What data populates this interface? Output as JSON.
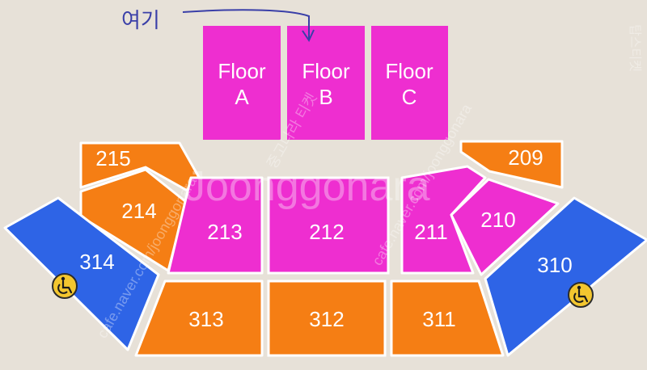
{
  "colors": {
    "background": "#e7e1d8",
    "floor": "#ee2ed0",
    "section_pink": "#ee2ed0",
    "section_orange": "#f57e14",
    "section_blue": "#2e64e6",
    "border": "#ffffff",
    "wheelchair_bg": "#f3c62f",
    "note_ink": "#3a3fa8"
  },
  "annotation": {
    "text": "여기"
  },
  "floors": [
    {
      "line1": "Floor",
      "line2": "A"
    },
    {
      "line1": "Floor",
      "line2": "B"
    },
    {
      "line1": "Floor",
      "line2": "C"
    }
  ],
  "sections": {
    "s215": "215",
    "s214": "214",
    "s213": "213",
    "s212": "212",
    "s211": "211",
    "s210": "210",
    "s209": "209",
    "s314": "314",
    "s310": "310",
    "s313": "313",
    "s312": "312",
    "s311": "311"
  },
  "icons": {
    "wheelchair": "wheelchair-icon"
  },
  "watermarks": {
    "main": "Joonggonara",
    "url": "cafe.naver.com/joonggonara",
    "korean": "중고나라 티켓",
    "tag": "탑스티켓"
  }
}
